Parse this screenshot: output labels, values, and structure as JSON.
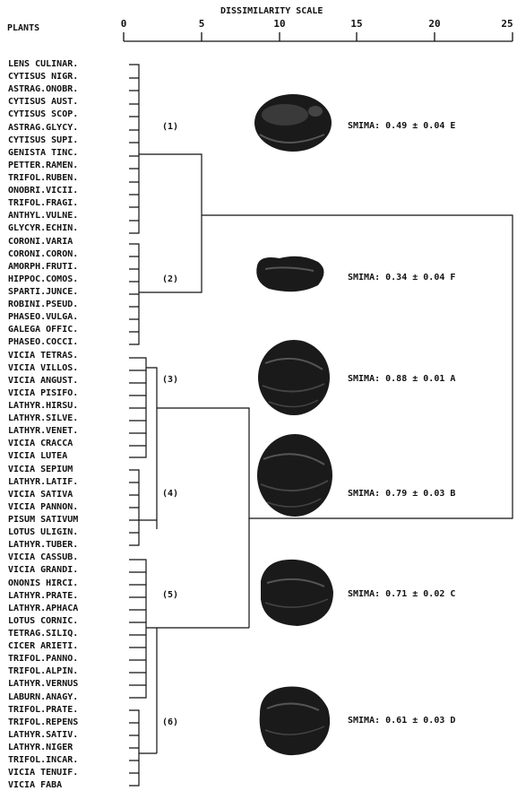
{
  "header": {
    "plants_label": "PLANTS",
    "scale_label": "DISSIMILARITY SCALE",
    "ticks": [
      "0",
      "5",
      "10",
      "15",
      "20",
      "25"
    ]
  },
  "plants": [
    "LENS CULINAR.",
    "CYTISUS NIGR.",
    "ASTRAG.ONOBR.",
    "CYTISUS AUST.",
    "CYTISUS SCOP.",
    "ASTRAG.GLYCY.",
    "CYTISUS SUPI.",
    "GENISTA TINC.",
    "PETTER.RAMEN.",
    "TRIFOL.RUBEN.",
    "ONOBRI.VICII.",
    "TRIFOL.FRAGI.",
    "ANTHYL.VULNE.",
    "GLYCYR.ECHIN.",
    "CORONI.VARIA",
    "CORONI.CORON.",
    "AMORPH.FRUTI.",
    "HIPPOC.COMOS.",
    "SPARTI.JUNCE.",
    "ROBINI.PSEUD.",
    "PHASEO.VULGA.",
    "GALEGA OFFIC.",
    "PHASEO.COCCI.",
    "VICIA TETRAS.",
    "VICIA VILLOS.",
    "VICIA ANGUST.",
    "VICIA PISIFO.",
    "LATHYR.HIRSU.",
    "LATHYR.SILVE.",
    "LATHYR.VENET.",
    "VICIA CRACCA",
    "VICIA LUTEA",
    "VICIA SEPIUM",
    "LATHYR.LATIF.",
    "VICIA SATIVA",
    "VICIA PANNON.",
    "PISUM SATIVUM",
    "LOTUS ULIGIN.",
    "LATHYR.TUBER.",
    "VICIA CASSUB.",
    "VICIA GRANDI.",
    "ONONIS HIRCI.",
    "LATHYR.PRATE.",
    "LATHYR.APHACA",
    "LOTUS CORNIC.",
    "TETRAG.SILIQ.",
    "CICER ARIETI.",
    "TRIFOL.PANNO.",
    "TRIFOL.ALPIN.",
    "LATHYR.VERNUS",
    "LABURN.ANAGY.",
    "TRIFOL.PRATE.",
    "TRIFOL.REPENS",
    "LATHYR.SATIV.",
    "LATHYR.NIGER",
    "TRIFOL.INCAR.",
    "VICIA TENUIF.",
    "VICIA FABA"
  ],
  "groups": [
    "(1)",
    "(2)",
    "(3)",
    "(4)",
    "(5)",
    "(6)"
  ],
  "smima": [
    "SMIMA: 0.49 ± 0.04 E",
    "SMIMA: 0.34 ± 0.04 F",
    "SMIMA: 0.88 ± 0.01 A",
    "SMIMA: 0.79 ± 0.03 B",
    "SMIMA: 0.71 ± 0.02 C",
    "SMIMA: 0.61 ± 0.03 D"
  ]
}
